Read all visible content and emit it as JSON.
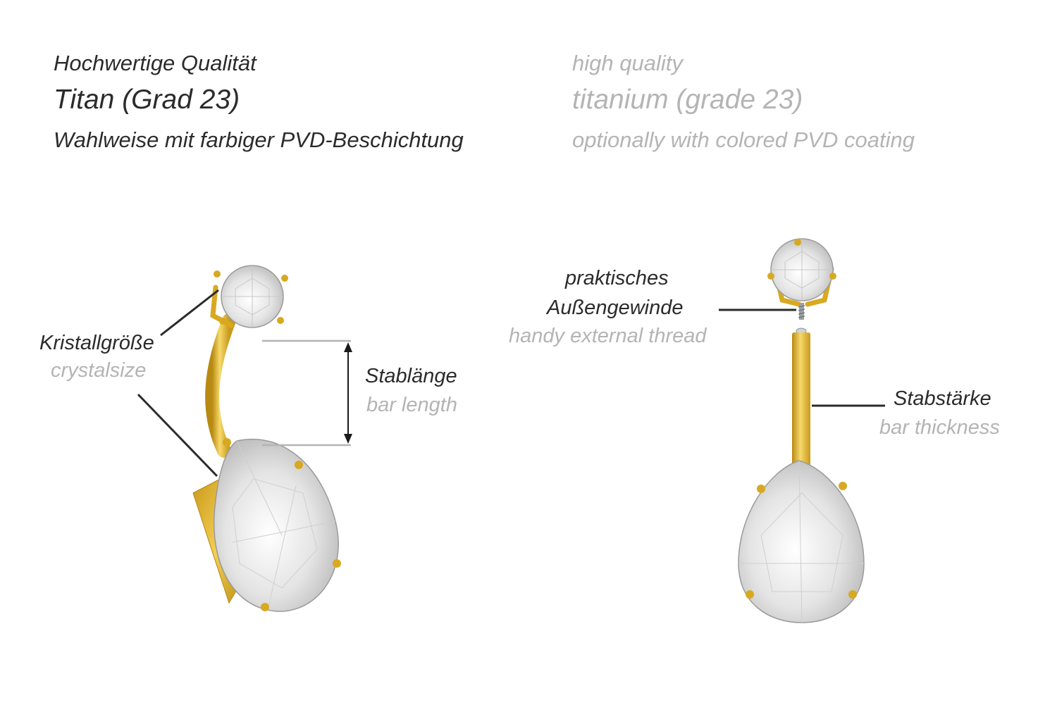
{
  "header": {
    "de": {
      "line1": "Hochwertige Qualität",
      "line2": "Titan (Grad 23)",
      "line3": "Wahlweise mit farbiger PVD-Beschichtung"
    },
    "en": {
      "line1": "high quality",
      "line2": "titanium (grade 23)",
      "line3": "optionally with colored PVD coating"
    }
  },
  "labels": {
    "crystal_size": {
      "de": "Kristallgröße",
      "en": "crystalsize"
    },
    "bar_length": {
      "de": "Stablänge",
      "en": "bar length"
    },
    "external_thread": {
      "de_line1": "praktisches",
      "de_line2": "Außengewinde",
      "en": "handy external thread"
    },
    "bar_thickness": {
      "de": "Stabstärke",
      "en": "bar thickness"
    }
  },
  "colors": {
    "gold": "#e3b82a",
    "gold_dark": "#b88a12",
    "text_dark": "#2b2b2b",
    "text_light": "#b4b4b4",
    "crystal": "#f2f2f2"
  }
}
